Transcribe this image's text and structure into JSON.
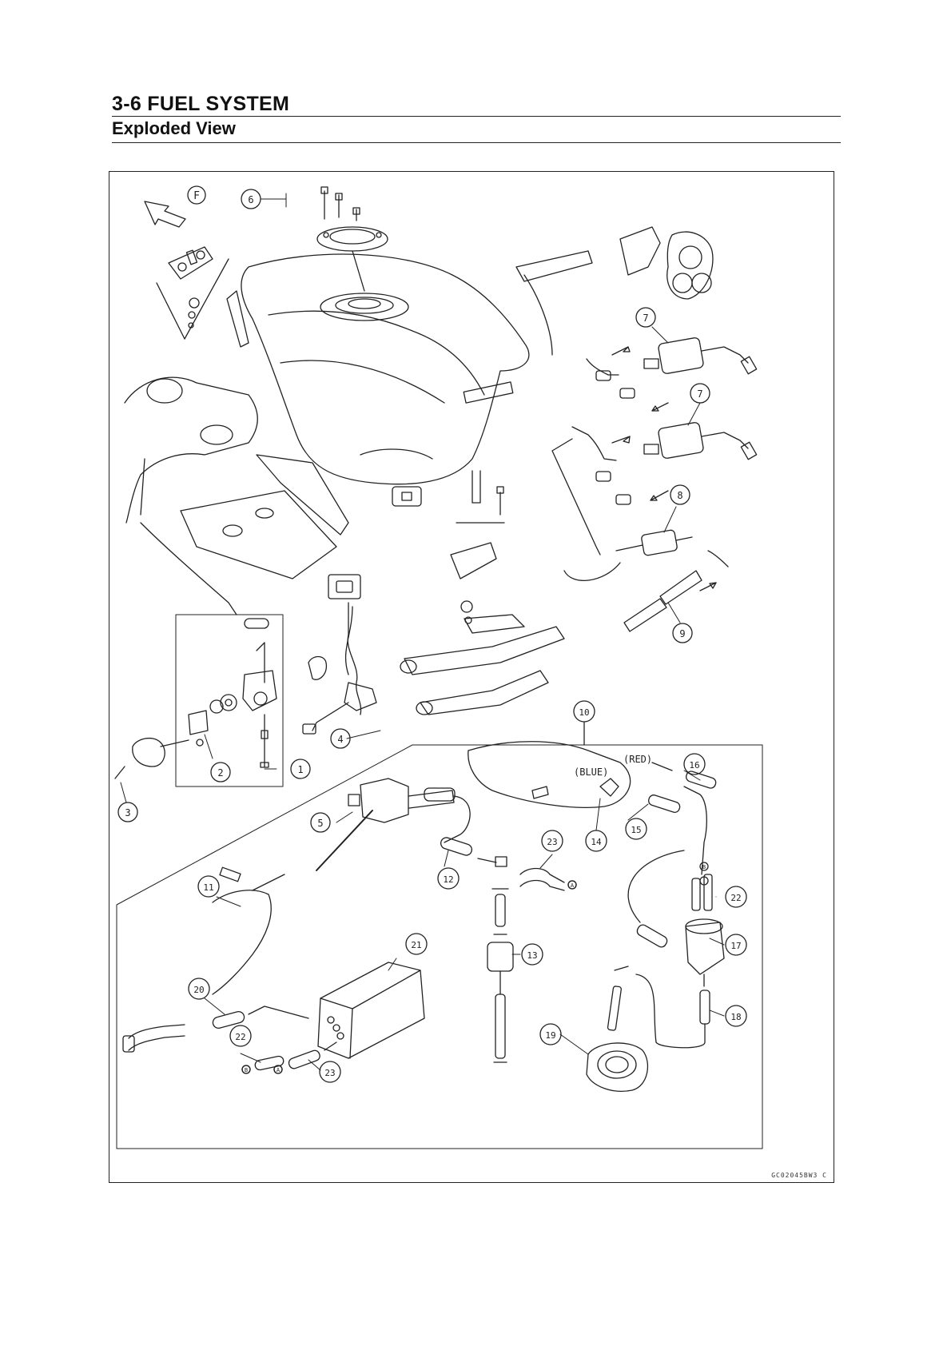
{
  "header": {
    "chapter_title": "3-6 FUEL SYSTEM",
    "section_title": "Exploded View"
  },
  "drawing": {
    "front_marker": "F",
    "color_labels": {
      "red": "(RED)",
      "blue": "(BLUE)"
    },
    "connector_marks": [
      "A",
      "B"
    ],
    "callouts": [
      "1",
      "2",
      "3",
      "4",
      "5",
      "6",
      "7",
      "8",
      "9",
      "10",
      "11",
      "12",
      "13",
      "14",
      "15",
      "16",
      "17",
      "18",
      "19",
      "20",
      "21",
      "22",
      "23"
    ],
    "figure_code": "GC02045BW3 C"
  }
}
